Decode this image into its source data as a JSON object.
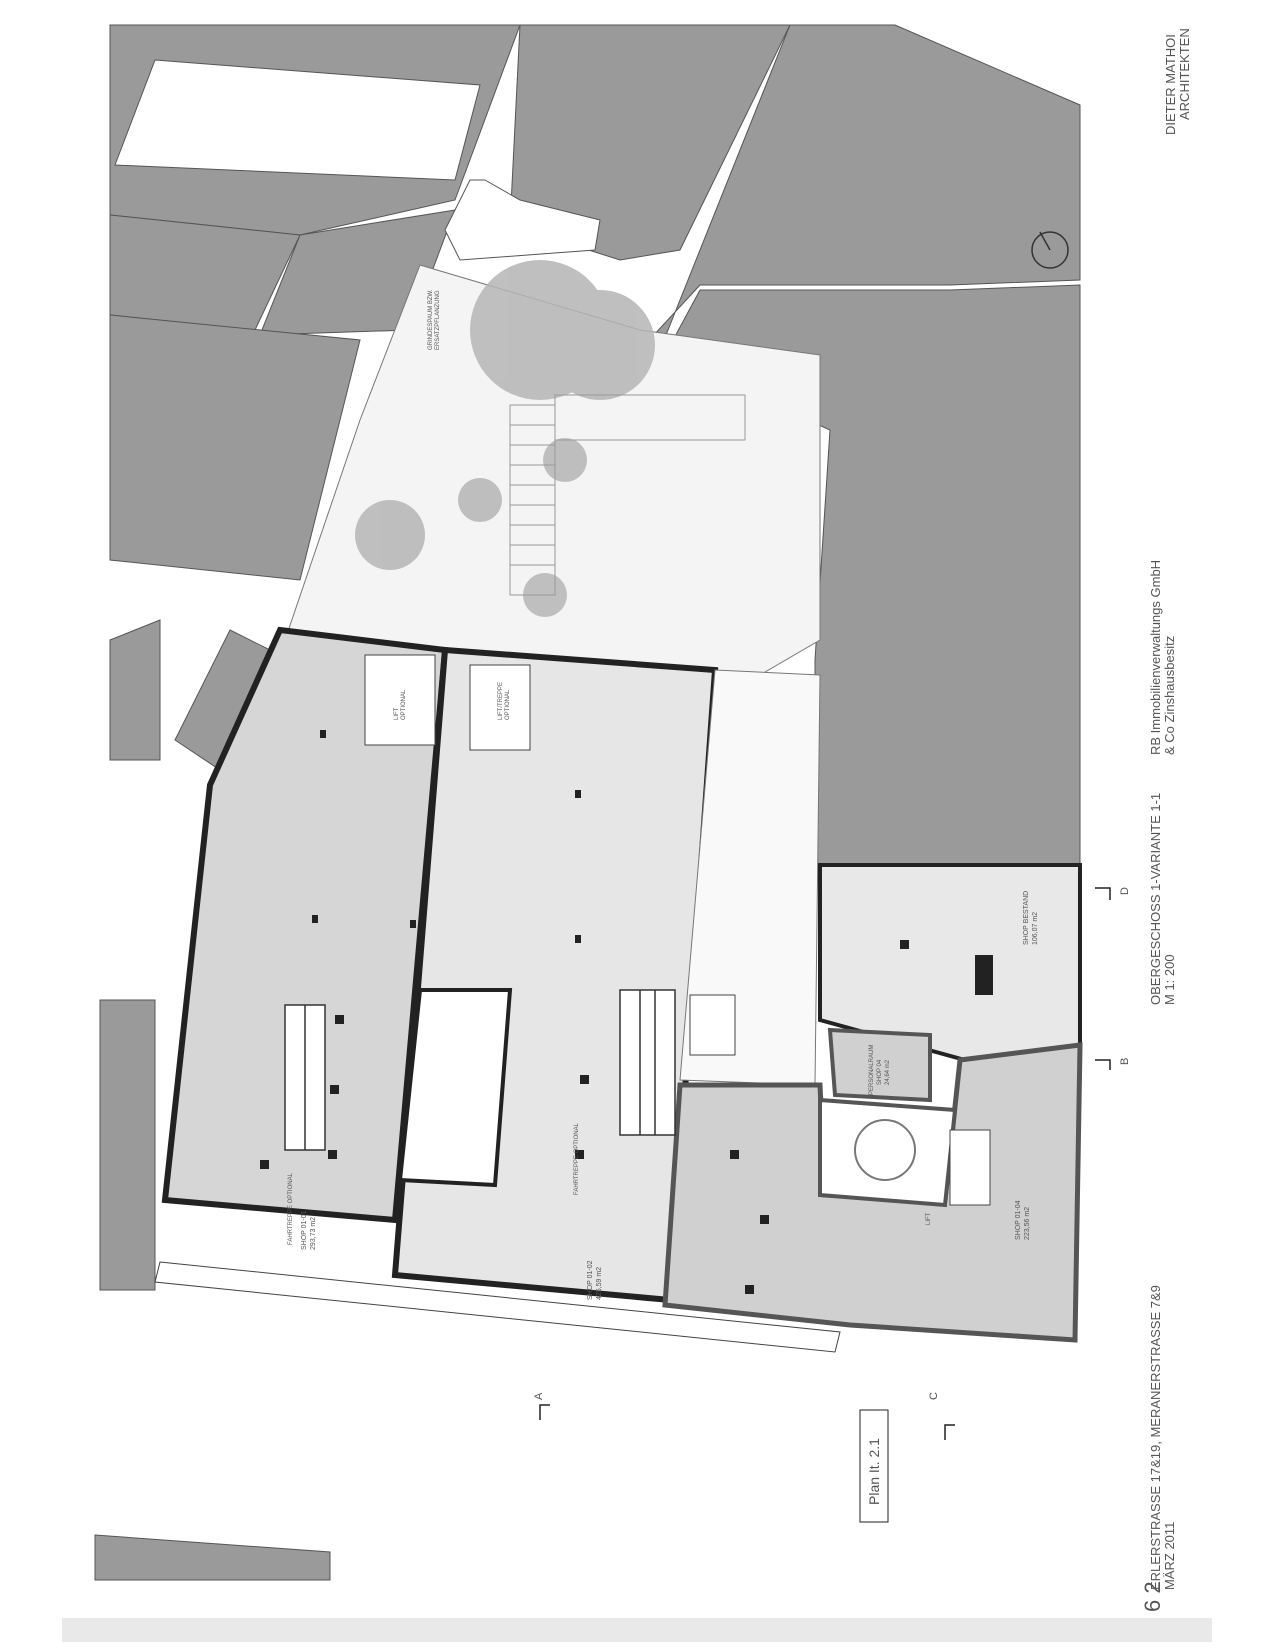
{
  "office": {
    "line1": "DIETER MATHOI",
    "line2": "ARCHITEKTEN"
  },
  "client": {
    "line1": "RB Immobilienverwaltungs GmbH",
    "line2": "& Co Zinshausbesitz"
  },
  "drawing": {
    "title": "OBERGESCHOSS 1-VARIANTE 1-1",
    "scale": "M 1: 200"
  },
  "project": {
    "address": "ERLERSTRASSE 17&19, MERANERSTRASSE 7&9",
    "date": "MÄRZ 2011"
  },
  "plan_label": "Plan It. 2.1",
  "signature": "6 2",
  "section_marks": {
    "a": "A",
    "c": "C",
    "d": "D",
    "b": "B"
  },
  "rooms": {
    "shop_01": {
      "name": "SHOP 01-01",
      "area": "293,73 m2",
      "note": "FAHRTREPPE OPTIONAL"
    },
    "shop_02": {
      "name": "SHOP 01-02",
      "area": "425,59 m2",
      "note": "FAHRTREPPE OPTIONAL"
    },
    "shop_04": {
      "name": "SHOP 01-04",
      "area": "223,56 m2"
    },
    "shop_bestand": {
      "name": "SHOP BESTAND",
      "area": "106,07 m2"
    },
    "personal": {
      "name": "PERSONALRAUM",
      "sub": "SHOP 04",
      "area": "24,64 m2"
    },
    "lift1": {
      "line1": "LIFT",
      "line2": "OPTIONAL"
    },
    "lift2": {
      "line1": "LIFT/TREPPE",
      "line2": "OPTIONAL"
    },
    "courtyard": {
      "line1": "GRINDESPAUM BZW.",
      "line2": "ERSATZPFLANZUNG"
    },
    "lift_small": "LIFT"
  }
}
